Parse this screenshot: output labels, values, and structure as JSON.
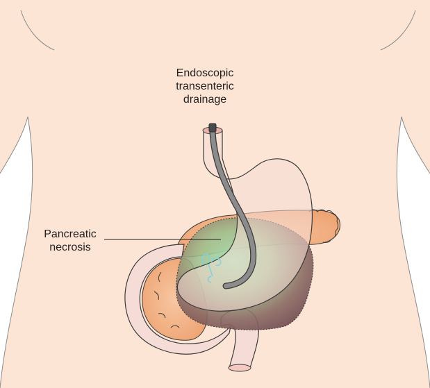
{
  "labels": {
    "endoscopic_drainage": [
      "Endoscopic",
      "transenteric",
      "drainage"
    ],
    "pancreatic_necrosis": [
      "Pancreatic",
      "necrosis"
    ]
  },
  "colors": {
    "background": "#ffffff",
    "skin": "#fce5d4",
    "body_outline": "#8a8a8a",
    "stomach_fill": "#f6dcd6",
    "organ_outline": "#3a3a3a",
    "pancreas": "#f2b287",
    "necrosis_dark": "#6d4650",
    "necrosis_green": "#a5e3b3",
    "endoscope": "#8c8c8c",
    "stent": "#7fd1e0",
    "label_text": "#231f20",
    "leader_line": "#231f20"
  },
  "icons": {
    "stent": "pigtail-stent-icon",
    "endoscope": "endoscope-icon"
  }
}
